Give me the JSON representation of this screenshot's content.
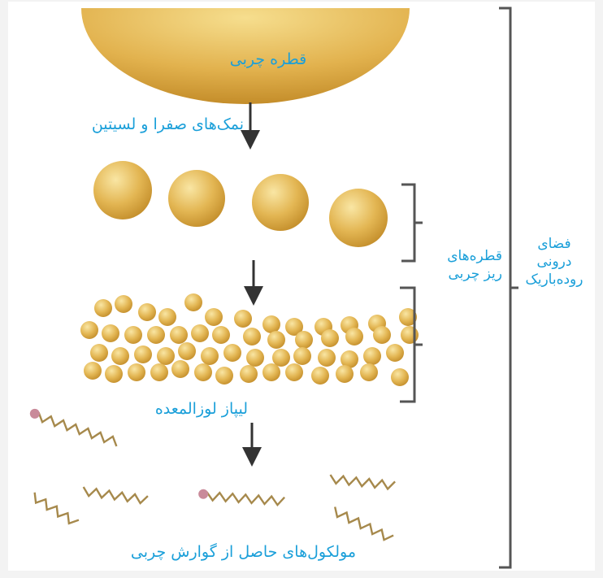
{
  "labels": {
    "fat_droplet": "قطره چربی",
    "bile_salts": "نمک‌های صفرا و لسیتین",
    "small_droplets": [
      "قطره‌های",
      "ریز چربی"
    ],
    "pancreatic_lipase": "لیپاز لوزالمعده",
    "digestion_products": "مولکول‌های حاصل از گوارش چربی",
    "intestine_space": [
      "فضای",
      "درونی",
      "روده‌باریک"
    ]
  },
  "colors": {
    "label_text": "#1a9fd9",
    "fat": "#e0b04a",
    "fat_dark": "#c08a26",
    "fat_light": "#f6dc8c",
    "bracket": "#555555",
    "arrow": "#333333",
    "fatty_acid": "#a6894c",
    "glycerol_head": "#c98a9a"
  }
}
